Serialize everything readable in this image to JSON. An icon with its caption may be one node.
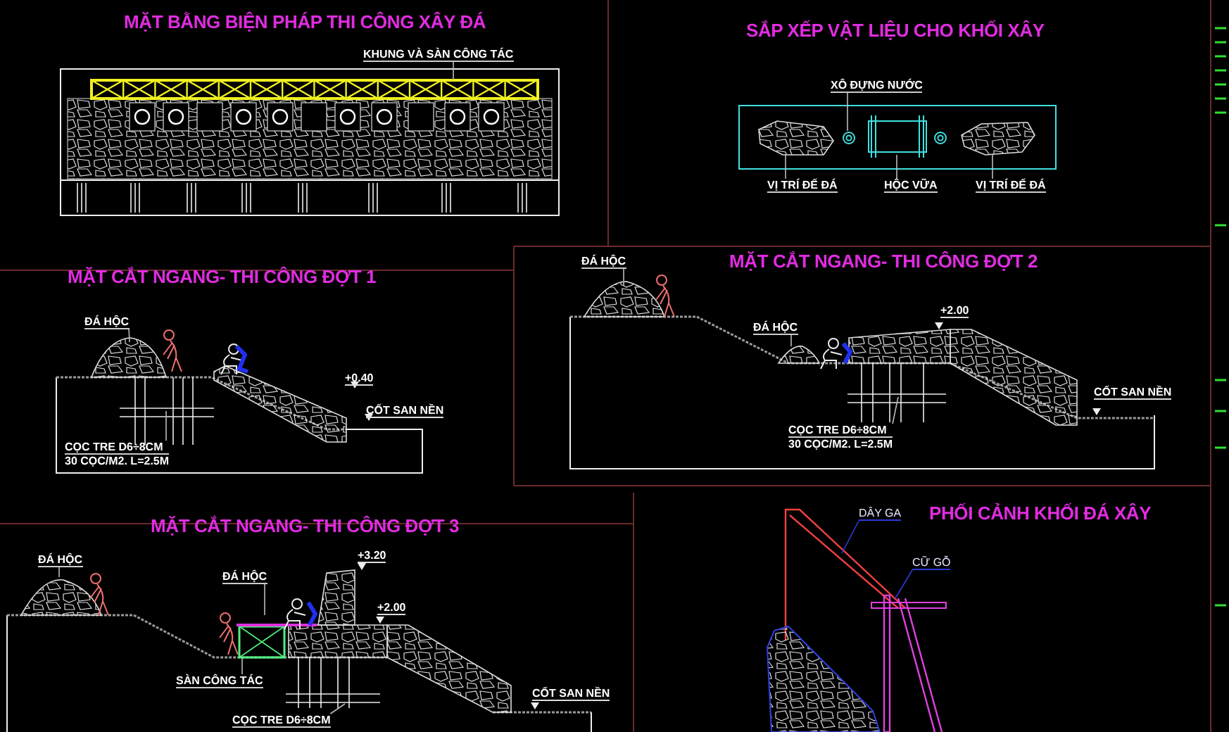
{
  "diagram": {
    "nodes": [
      {
        "text": [
          "KHUNG VÀ SÀN CÔNG TÁC"
        ]
      },
      {
        "text": [
          "XÔ ĐỰNG NƯỚC"
        ]
      },
      {
        "text": [
          "VỊ TRÍ ĐẾ ĐÁ"
        ]
      },
      {
        "text": [
          "HỘC VỮA"
        ]
      },
      {
        "text": [
          "VỊ TRÍ ĐẾ ĐÁ"
        ]
      },
      {
        "text": [
          "ĐÁ HỘC"
        ]
      },
      {
        "text": [
          "CỌC TRE D6÷8CM",
          "30 CỌC/M2. L=2.5M"
        ]
      },
      {
        "text": [
          "ĐÁ HỘC"
        ]
      },
      {
        "text": [
          "ĐÁ HỘC"
        ]
      },
      {
        "text": [
          "CỌC TRE D6÷8CM",
          "30 CỌC/M2. L=2.5M"
        ]
      },
      {
        "text": [
          "ĐÁ HỘC"
        ]
      },
      {
        "text": [
          "ĐÁ HỘC"
        ]
      },
      {
        "text": [
          "SÀN CÔNG TÁC"
        ]
      },
      {
        "text": [
          "CỌC TRE D6÷8CM"
        ]
      },
      {
        "text": [
          "DÂY GA"
        ]
      },
      {
        "text": [
          "CỮ GỖ"
        ]
      }
    ],
    "edges": [
      {
        "from": 0,
        "to": null,
        "arrow": "none"
      },
      {
        "from": 1,
        "to": null,
        "arrow": "none"
      },
      {
        "from": 2,
        "to": null,
        "arrow": "none"
      },
      {
        "from": 3,
        "to": null,
        "arrow": "none"
      },
      {
        "from": 4,
        "to": null,
        "arrow": "none"
      },
      {
        "from": 5,
        "to": null,
        "arrow": "none"
      },
      {
        "from": 6,
        "to": null,
        "arrow": "none"
      },
      {
        "from": 7,
        "to": null,
        "arrow": "none"
      },
      {
        "from": 8,
        "to": null,
        "arrow": "none"
      },
      {
        "from": 9,
        "to": null,
        "arrow": "none"
      },
      {
        "from": 10,
        "to": null,
        "arrow": "none"
      },
      {
        "from": 11,
        "to": null,
        "arrow": "none"
      },
      {
        "from": 12,
        "to": null,
        "arrow": "none"
      },
      {
        "from": 13,
        "to": null,
        "arrow": "none"
      },
      {
        "from": 14,
        "to": null,
        "arrow": "none",
        "color": "#2a3ad8"
      },
      {
        "from": 15,
        "to": null,
        "arrow": "none",
        "color": "#2a3ad8"
      }
    ],
    "labels": [
      "MẶT BẰNG BIỆN PHÁP THI CÔNG XÂY ĐÁ",
      "SẮP XẾP VẬT LIỆU CHO KHỐI XÂY",
      "MẶT CẮT NGANG- THI CÔNG ĐỢT 1",
      "+0.40",
      "CỐT SAN NỀN",
      "MẶT CẮT NGANG- THI CÔNG ĐỢT 2",
      "+2.00",
      "CỐT SAN NỀN",
      "MẶT CẮT NGANG- THI CÔNG ĐỢT 3",
      "+3.20",
      "+2.00",
      "CỐT SAN NỀN",
      "PHỐI CẢNH KHỐI ĐÁ XÂY"
    ]
  }
}
